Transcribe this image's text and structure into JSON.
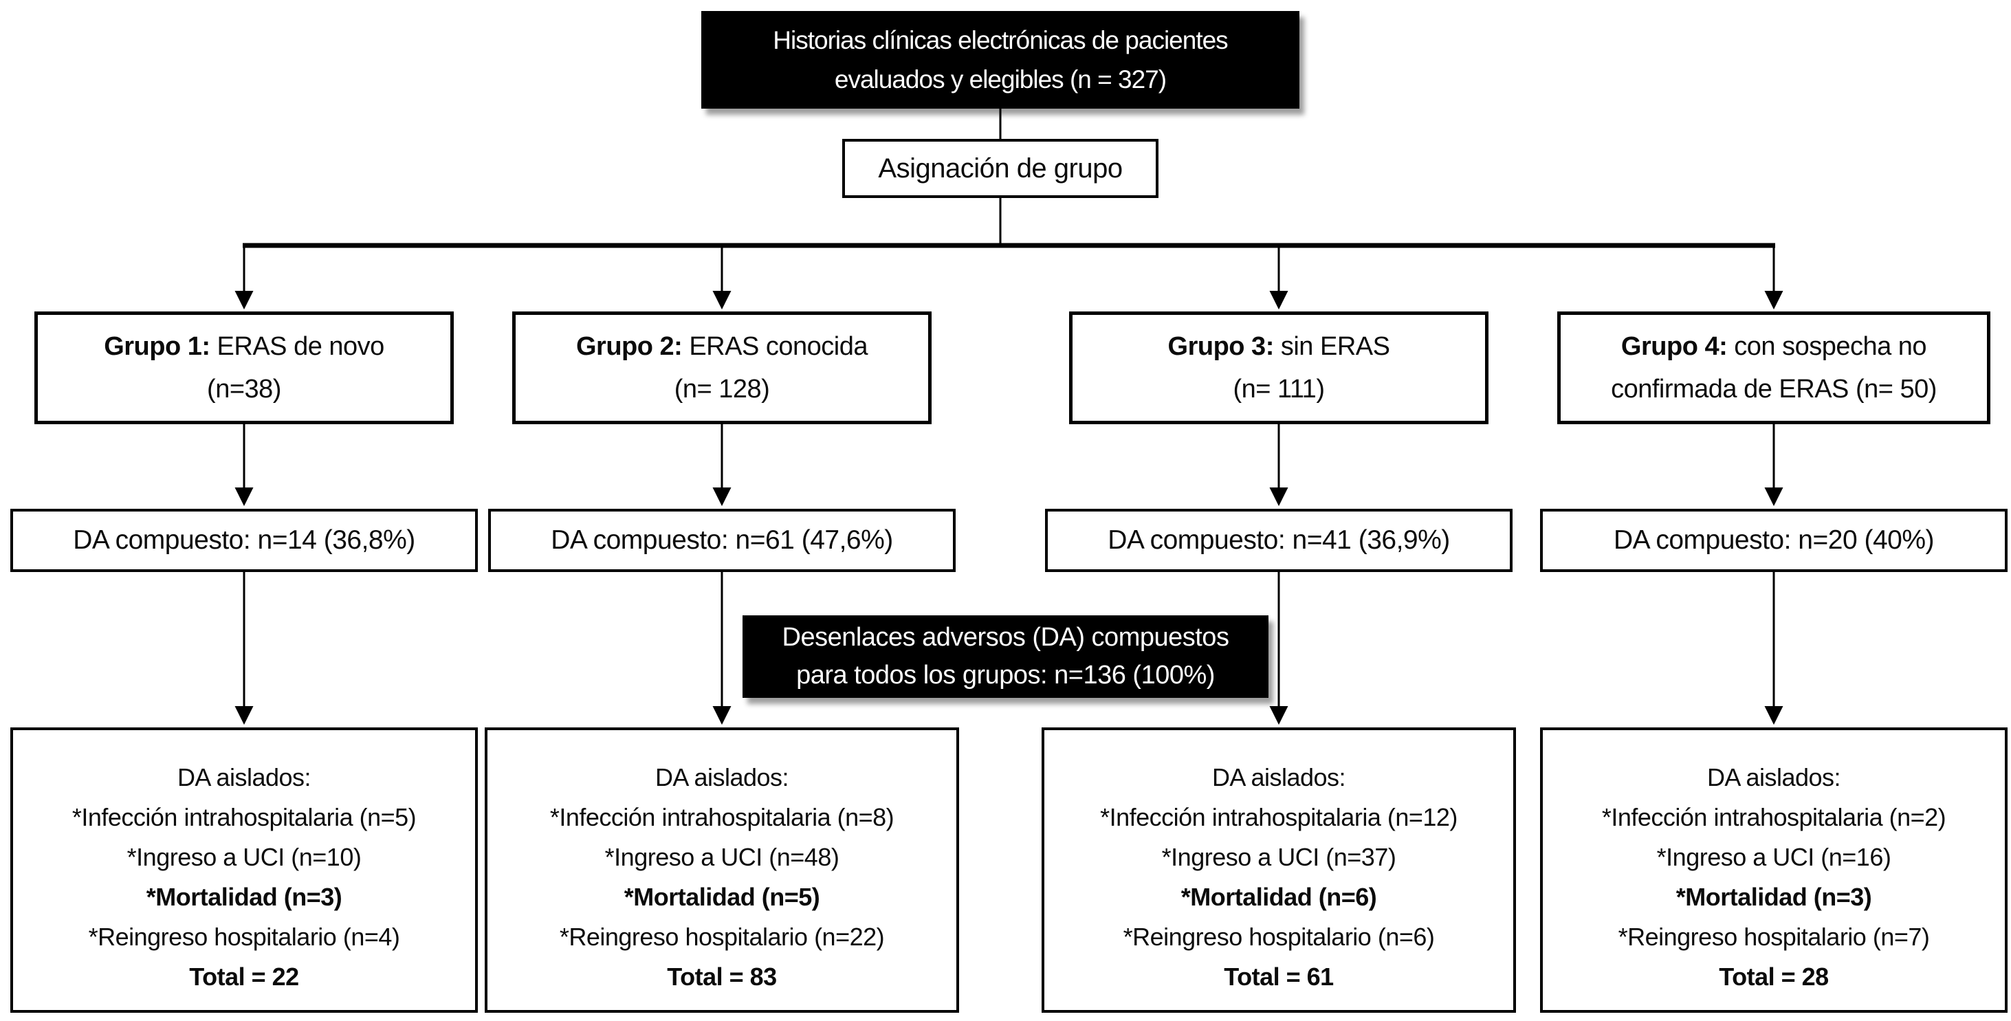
{
  "top_box": {
    "line1": "Historias clínicas electrónicas de pacientes",
    "line2": "evaluados y elegibles (n = 327)"
  },
  "assignment_label": "Asignación de grupo",
  "center_box": {
    "line1": "Desenlaces adversos (DA) compuestos",
    "line2": "para todos los grupos: n=136 (100%)"
  },
  "groups": [
    {
      "bold": "Grupo 1:",
      "rest": "ERAS de novo",
      "line2": "(n=38)",
      "da_compuesto": "DA compuesto: n=14 (36,8%)",
      "aislados_title": "DA aislados:",
      "items": [
        "*Infección intrahospitalaria (n=5)",
        "*Ingreso a UCI (n=10)",
        "*Mortalidad (n=3)",
        "*Reingreso hospitalario (n=4)"
      ],
      "total": "Total = 22"
    },
    {
      "bold": "Grupo 2:",
      "rest": "ERAS conocida",
      "line2": "(n= 128)",
      "da_compuesto": "DA compuesto: n=61 (47,6%)",
      "aislados_title": "DA aislados:",
      "items": [
        "*Infección intrahospitalaria (n=8)",
        "*Ingreso a UCI (n=48)",
        "*Mortalidad (n=5)",
        "*Reingreso hospitalario (n=22)"
      ],
      "total": "Total = 83"
    },
    {
      "bold": "Grupo 3:",
      "rest": "sin ERAS",
      "line2": "(n= 111)",
      "da_compuesto": "DA compuesto: n=41 (36,9%)",
      "aislados_title": "DA aislados:",
      "items": [
        "*Infección intrahospitalaria (n=12)",
        "*Ingreso a UCI (n=37)",
        "*Mortalidad (n=6)",
        "*Reingreso hospitalario (n=6)"
      ],
      "total": "Total = 61"
    },
    {
      "bold": "Grupo 4:",
      "rest": "con sospecha no",
      "line2": "confirmada de ERAS (n= 50)",
      "da_compuesto": "DA compuesto: n=20 (40%)",
      "aislados_title": "DA aislados:",
      "items": [
        "*Infección intrahospitalaria (n=2)",
        "*Ingreso a UCI (n=16)",
        "*Mortalidad (n=3)",
        "*Reingreso hospitalario (n=7)"
      ],
      "total": "Total = 28"
    }
  ],
  "colors": {
    "dark_box_fill": "#000000",
    "dark_box_text": "#ffffff",
    "line_color": "#000000",
    "background": "#ffffff"
  }
}
